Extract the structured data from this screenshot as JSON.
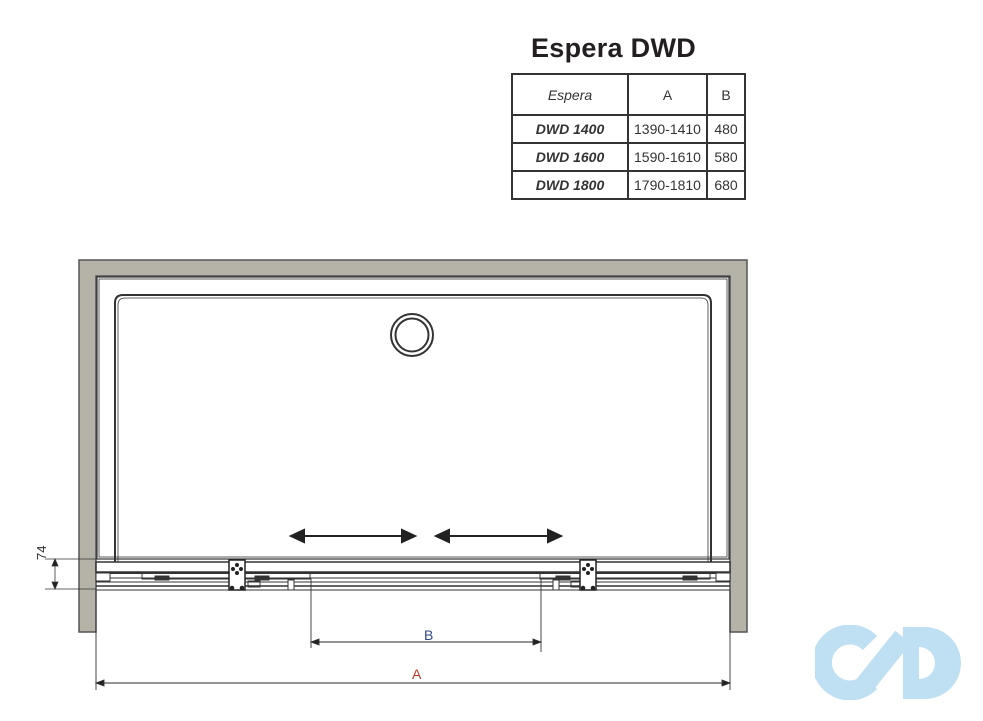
{
  "title": "Espera DWD",
  "table": {
    "headers": {
      "model": "Espera",
      "a": "A",
      "b": "B"
    },
    "rows": [
      {
        "model": "DWD 1400",
        "a": "1390-1410",
        "b": "480"
      },
      {
        "model": "DWD 1600",
        "a": "1590-1610",
        "b": "580"
      },
      {
        "model": "DWD 1800",
        "a": "1790-1810",
        "b": "680"
      }
    ]
  },
  "dimensions": {
    "a_label": "A",
    "b_label": "B",
    "depth_label": "74"
  },
  "colors": {
    "wall": "#b5b3a8",
    "line": "#333333",
    "dim_a": "#c0392b",
    "dim_b": "#2e4a8b",
    "logo": "#bfe0f3"
  },
  "logo": {
    "icon": "cd-logo-icon"
  }
}
